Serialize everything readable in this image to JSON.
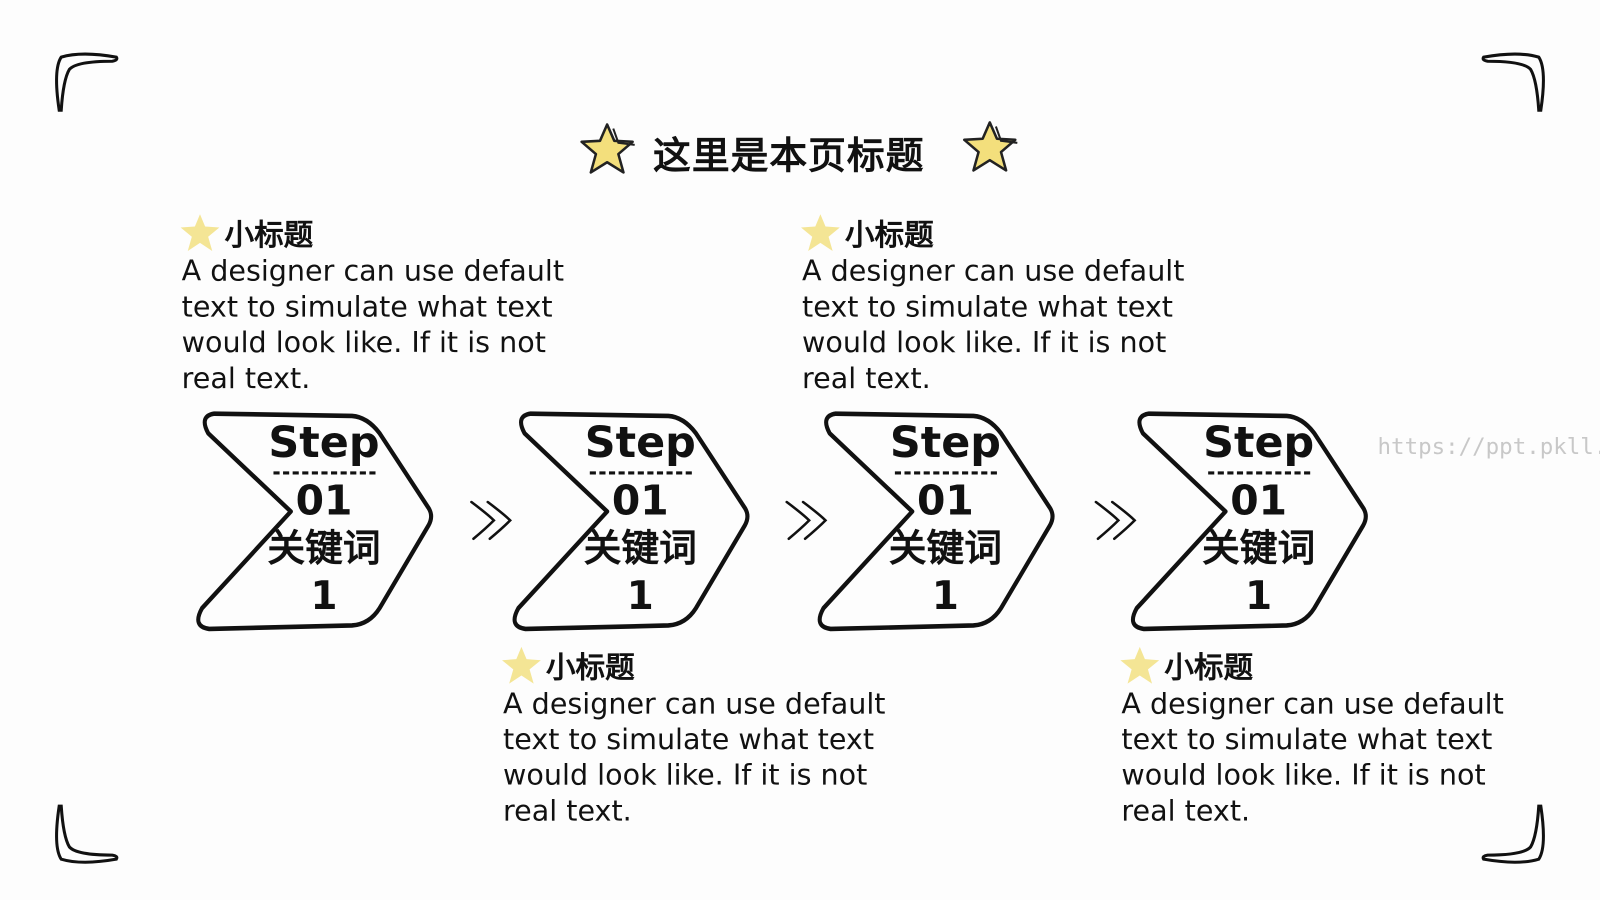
{
  "title": "这里是本页标题",
  "watermark": "https://ppt.pkll.de",
  "colors": {
    "star_fill": "#f3df7c",
    "outline": "#111111",
    "background": "#fdfdfd"
  },
  "blocks": [
    {
      "subtitle": "小标题",
      "body": "A designer can use default text to simulate what text would look like. If it is not real text."
    },
    {
      "subtitle": "小标题",
      "body": "A designer can use default text to simulate what text would look like. If it is not real text."
    },
    {
      "subtitle": "小标题",
      "body": "A designer can use default text to simulate what text would look like. If it is not real text."
    },
    {
      "subtitle": "小标题",
      "body": "A designer can use default text to simulate what text would look like. If it is not real text."
    }
  ],
  "steps": [
    {
      "label": "Step",
      "number": "01",
      "keyword": "关键词",
      "index": "1"
    },
    {
      "label": "Step",
      "number": "01",
      "keyword": "关键词",
      "index": "1"
    },
    {
      "label": "Step",
      "number": "01",
      "keyword": "关键词",
      "index": "1"
    },
    {
      "label": "Step",
      "number": "01",
      "keyword": "关键词",
      "index": "1"
    }
  ],
  "icons": {
    "corner": "boomerang-corner-icon",
    "star": "star-icon",
    "arrows": "double-chevron-right-icon"
  }
}
